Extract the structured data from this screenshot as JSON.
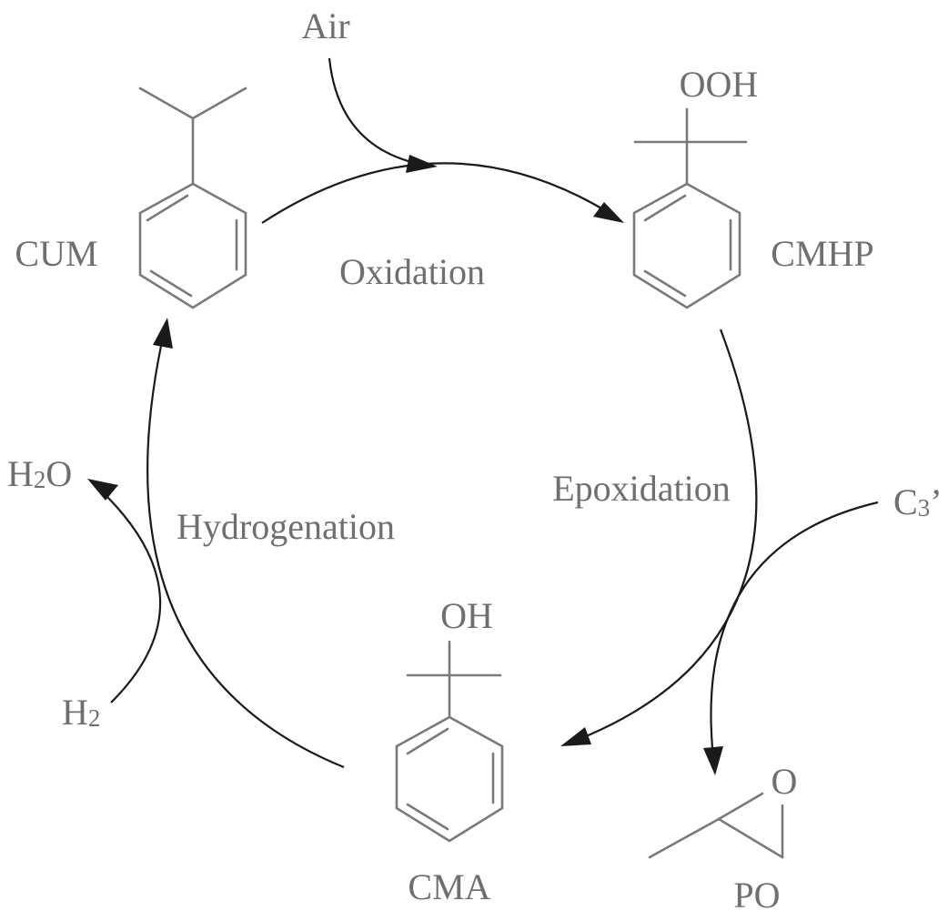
{
  "compounds": {
    "cum": "CUM",
    "cmhp": "CMHP",
    "cma": "CMA",
    "po": "PO"
  },
  "groups": {
    "cmhp_substituent": "OOH",
    "cma_substituent": "OH",
    "po_ring_atom": "O"
  },
  "steps": {
    "oxidation": "Oxidation",
    "epoxidation": "Epoxidation",
    "hydrogenation": "Hydrogenation"
  },
  "reagents": {
    "air": "Air",
    "c3": {
      "base": "C",
      "sub": "3",
      "suffix": "’"
    },
    "h2": {
      "base": "H",
      "sub": "2"
    },
    "h2o": {
      "base": "H",
      "sub": "2",
      "suffix": "O"
    }
  }
}
